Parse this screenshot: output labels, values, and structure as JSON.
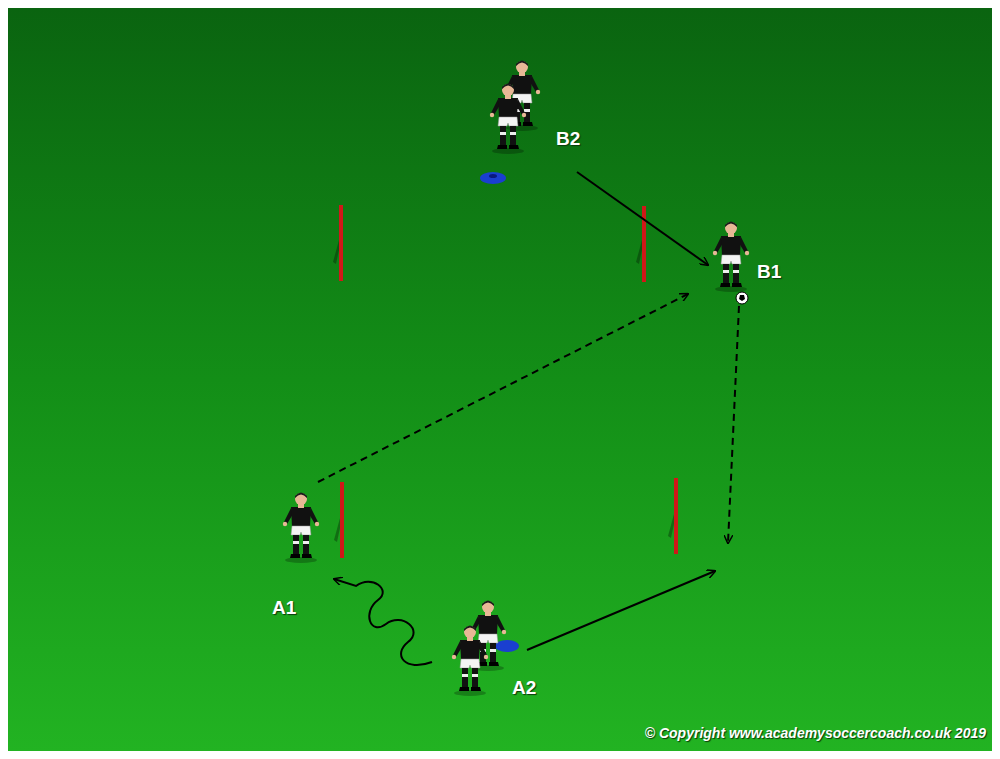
{
  "diagram": {
    "labels": [
      "B2",
      "B1",
      "A1",
      "A2",
      "© Copyright www.academysoccercoach.co.uk 2019"
    ]
  }
}
